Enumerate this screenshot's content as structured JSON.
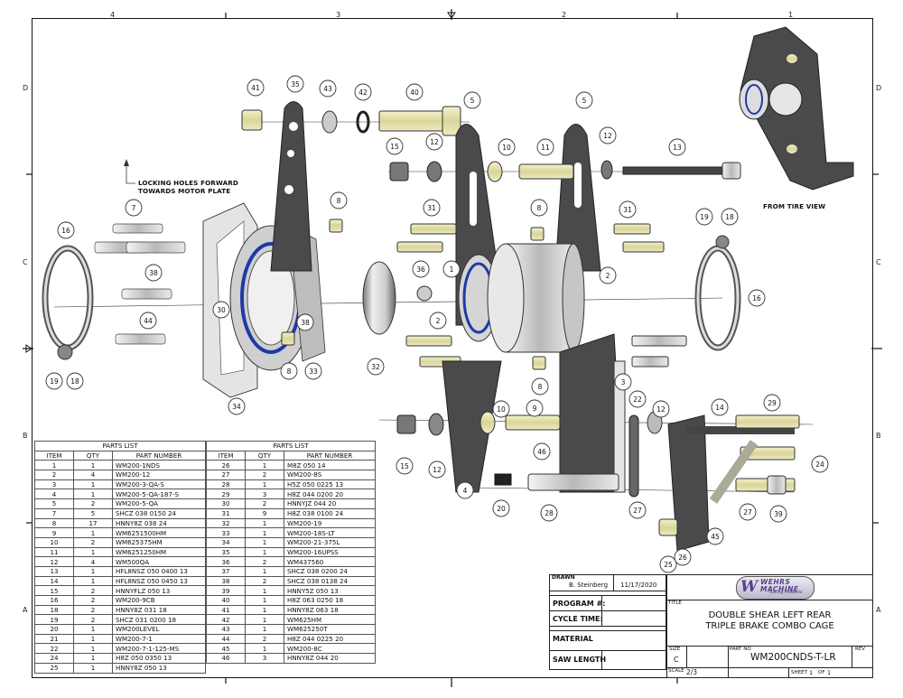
{
  "sheet_border": {
    "columns": [
      "4",
      "3",
      "2",
      "1"
    ],
    "rows": [
      "D",
      "C",
      "B",
      "A"
    ]
  },
  "notes": {
    "locking_holes_line1": "LOCKING HOLES FORWARD",
    "locking_holes_line2": "TOWARDS MOTOR PLATE",
    "inset_caption": "FROM TIRE VIEW"
  },
  "balloons": [
    "41",
    "35",
    "43",
    "42",
    "40",
    "5",
    "5",
    "15",
    "12",
    "10",
    "11",
    "12",
    "13",
    "7",
    "8",
    "31",
    "8",
    "31",
    "19",
    "18",
    "16",
    "16",
    "38",
    "44",
    "36",
    "1",
    "2",
    "2",
    "30",
    "38",
    "32",
    "33",
    "8",
    "34",
    "19",
    "18",
    "8",
    "3",
    "22",
    "12",
    "14",
    "29",
    "24",
    "10",
    "9",
    "46",
    "15",
    "12",
    "4",
    "20",
    "28",
    "27",
    "27",
    "39",
    "45",
    "25",
    "26"
  ],
  "parts_list": {
    "title": "PARTS LIST",
    "headers": [
      "ITEM",
      "QTY",
      "PART NUMBER"
    ],
    "left": [
      [
        "1",
        "1",
        "WM200-1NDS"
      ],
      [
        "2",
        "4",
        "WM200-12"
      ],
      [
        "3",
        "1",
        "WM200-3-QA-S"
      ],
      [
        "4",
        "1",
        "WM200-5-QA-187-S"
      ],
      [
        "5",
        "2",
        "WM200-5-QA"
      ],
      [
        "7",
        "5",
        "SHCZ 038 0150 24"
      ],
      [
        "8",
        "17",
        "HNNY8Z 038 24"
      ],
      [
        "9",
        "1",
        "WM6251500HM"
      ],
      [
        "10",
        "2",
        "WM625375HM"
      ],
      [
        "11",
        "1",
        "WM6251250HM"
      ],
      [
        "12",
        "4",
        "WM500QA"
      ],
      [
        "13",
        "1",
        "HFL8NSZ 050 0400 13"
      ],
      [
        "14",
        "1",
        "HFL8NSZ 050 0450 13"
      ],
      [
        "15",
        "2",
        "HNNYFLZ 050 13"
      ],
      [
        "16",
        "2",
        "WM200-9CB"
      ],
      [
        "18",
        "2",
        "HNNY8Z 031 18"
      ],
      [
        "19",
        "2",
        "SHCZ 031 0200 18"
      ],
      [
        "20",
        "1",
        "WM200LEVEL"
      ],
      [
        "21",
        "1",
        "WM200-7-1"
      ],
      [
        "22",
        "1",
        "WM200-7-1-125-MS"
      ],
      [
        "24",
        "1",
        "H8Z 050 0350 13"
      ],
      [
        "25",
        "1",
        "HNNY8Z 050 13"
      ]
    ],
    "right": [
      [
        "26",
        "1",
        "M8Z 050 14"
      ],
      [
        "27",
        "2",
        "WM200-8S"
      ],
      [
        "28",
        "1",
        "H5Z 050 0225 13"
      ],
      [
        "29",
        "3",
        "H8Z 044 0200 20"
      ],
      [
        "30",
        "2",
        "HNNYJZ 044 20"
      ],
      [
        "31",
        "9",
        "H8Z 038 0100 24"
      ],
      [
        "32",
        "1",
        "WM200-19"
      ],
      [
        "33",
        "1",
        "WM200-18S-LT"
      ],
      [
        "34",
        "1",
        "WM200-21-375L"
      ],
      [
        "35",
        "1",
        "WM200-16UPSS"
      ],
      [
        "36",
        "2",
        "WM437560"
      ],
      [
        "37",
        "1",
        "SHCZ 038 0200 24"
      ],
      [
        "38",
        "2",
        "SHCZ 038 0138 24"
      ],
      [
        "39",
        "1",
        "HNNY5Z 050 13"
      ],
      [
        "40",
        "1",
        "H8Z 063 0250 18"
      ],
      [
        "41",
        "1",
        "HNNY8Z 063 18"
      ],
      [
        "42",
        "1",
        "WM625HM"
      ],
      [
        "43",
        "1",
        "WM625250T"
      ],
      [
        "44",
        "2",
        "H8Z 044 0225 20"
      ],
      [
        "45",
        "1",
        "WM200-8C"
      ],
      [
        "46",
        "3",
        "HNNY8Z 044 20"
      ]
    ]
  },
  "title_block": {
    "drawn_label": "DRAWN",
    "drawn_by": "B. Steinberg",
    "drawn_date": "11/17/2020",
    "program_label": "PROGRAM #:",
    "program_value": "",
    "cycle_label": "CYCLE TIME:",
    "cycle_value": "",
    "material_label": "MATERIAL",
    "saw_label": "SAW LENGTH",
    "logo_text": "WEHRS MACHINE",
    "logo_sub": "Racing Products",
    "title_label": "TITLE",
    "title_line1": "DOUBLE SHEAR LEFT REAR",
    "title_line2": "TRIPLE BRAKE COMBO CAGE",
    "size_label": "SIZE",
    "size_value": "C",
    "partno_label": "PART NO",
    "partno_value": "WM200CNDS-T-LR",
    "rev_label": "REV",
    "rev_value": "",
    "scale_label": "SCALE",
    "scale_value": "2/3",
    "sheet_label": "SHEET",
    "sheet_value": "1",
    "of_label": "OF",
    "of_value": "1"
  },
  "colors": {
    "plate": "#4a4a4c",
    "plate_edge": "#d8d8d8",
    "hardware_zinc": "#e6e3b0",
    "hardware_steel": "#c8c8c8",
    "bearing_seal": "#1d3aa8",
    "logo_purple": "#5a3f8c"
  }
}
